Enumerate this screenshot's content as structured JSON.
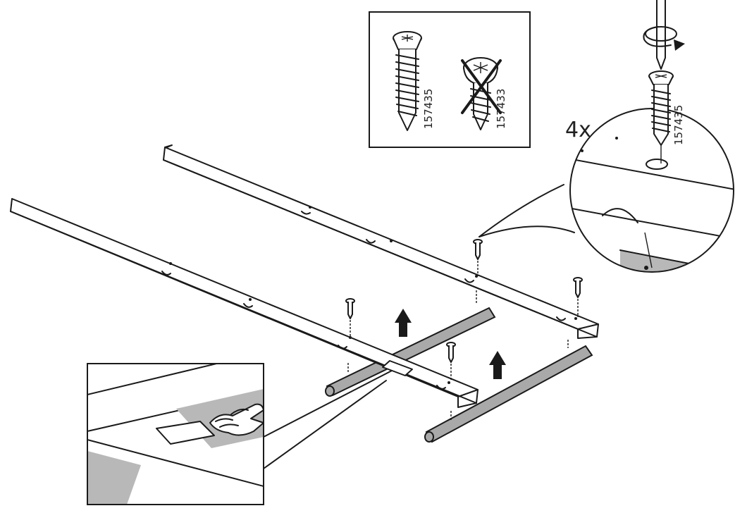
{
  "screw_panel": {
    "correct_part": {
      "number": "157435",
      "icon": "countersunk-screw-icon"
    },
    "wrong_part": {
      "number": "157433",
      "icon": "pan-head-screw-crossed-icon"
    }
  },
  "detail_zoom": {
    "quantity": "4x",
    "part_number": "157435",
    "tool_icon": "screwdriver-icon",
    "rotation_icon": "clockwise-arrow-icon"
  },
  "hand_detail": {
    "icon": "hand-pressing-icon"
  },
  "arrows": {
    "icon": "up-arrow-icon",
    "count": 2
  },
  "rails": {
    "count": 2
  },
  "rods": {
    "count": 2
  },
  "screws_in_scene": {
    "count": 4
  },
  "colors": {
    "line": "#1a1a1a",
    "rod_fill": "#a9a9a9",
    "shade": "#b8b8b8",
    "background": "#ffffff"
  }
}
